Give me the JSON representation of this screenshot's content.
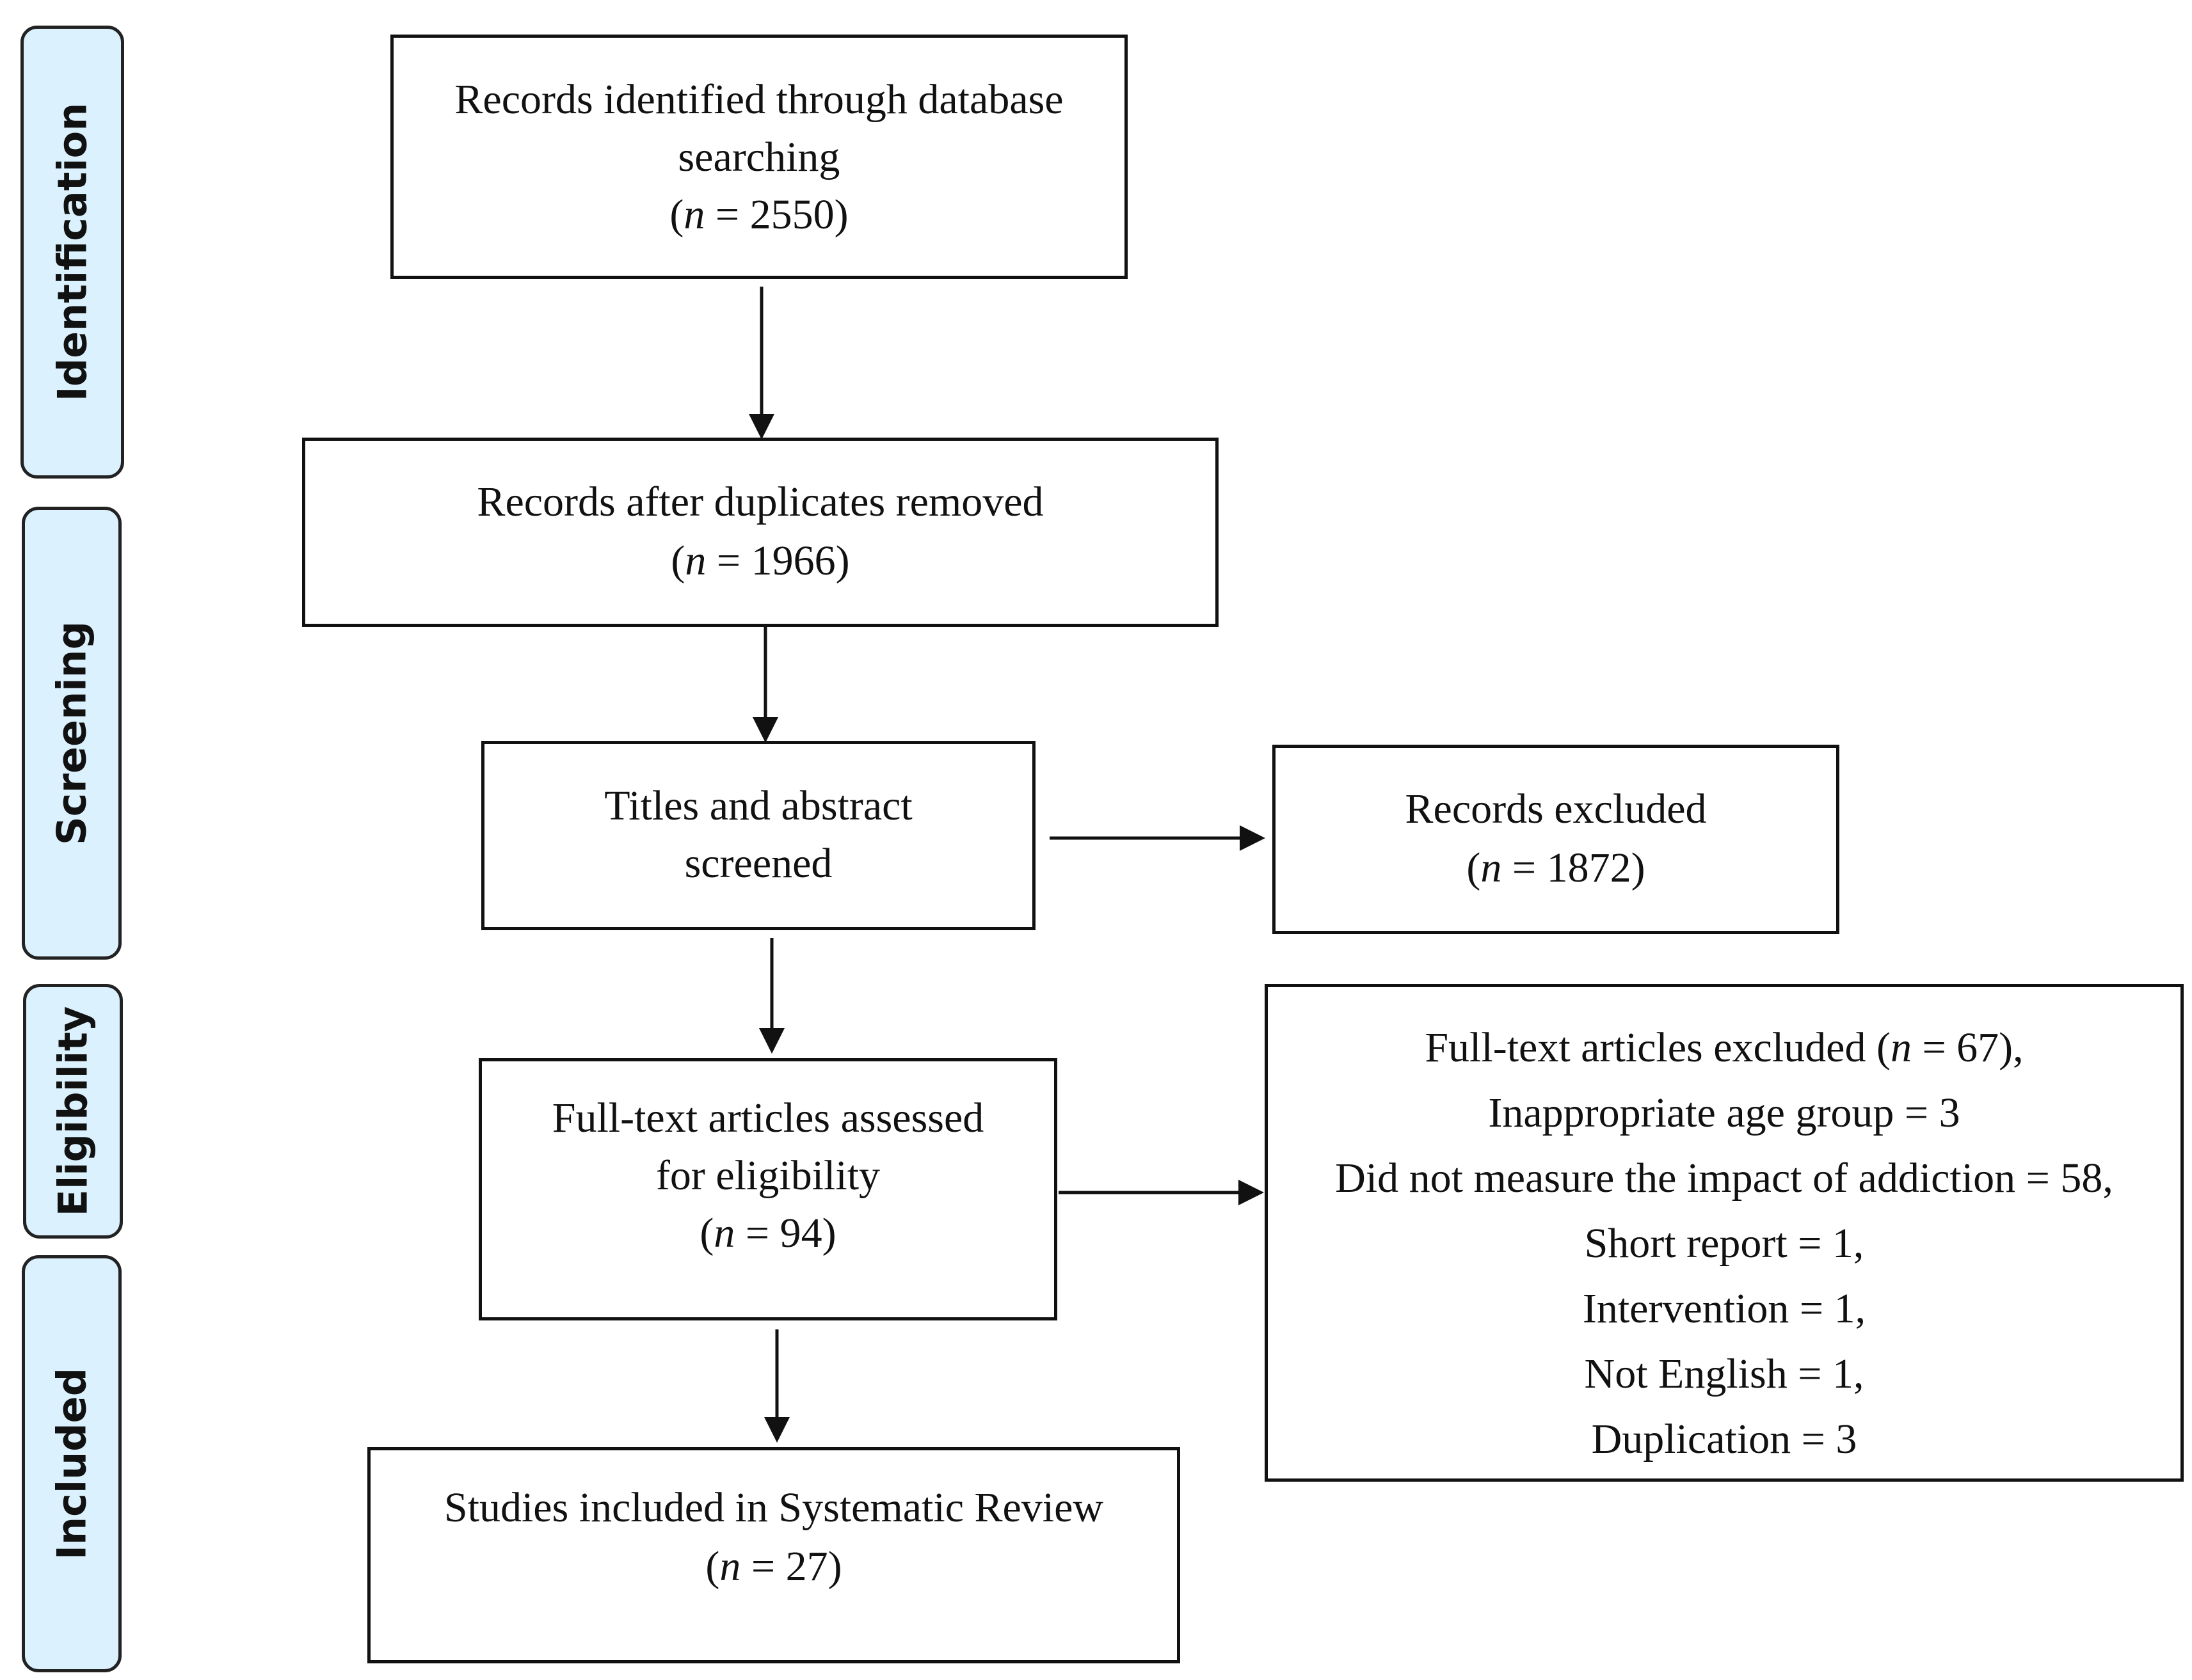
{
  "stages": {
    "identification": "Identification",
    "screening": "Screening",
    "eligibility": "Eligibility",
    "included": "Included"
  },
  "boxes": {
    "identified": {
      "line1": "Records identified through database",
      "line2": "searching",
      "n_open": "(",
      "n_var": "n",
      "n_rest": " = 2550)"
    },
    "duplicates": {
      "line1": "Records after duplicates removed",
      "n_open": "(",
      "n_var": "n",
      "n_rest": " = 1966)"
    },
    "screened": {
      "line1": "Titles and abstract",
      "line2": "screened"
    },
    "excluded": {
      "line1": "Records excluded",
      "n_open": "(",
      "n_var": "n",
      "n_rest": " = 1872)"
    },
    "fulltext": {
      "line1": "Full-text articles assessed",
      "line2": "for eligibility",
      "n_open": "(",
      "n_var": "n",
      "n_rest": " = 94)"
    },
    "fulltext_excluded": {
      "head_pre": "Full-text articles excluded (",
      "head_var": "n",
      "head_rest": " = 67),",
      "reasons": [
        "Inappropriate age group = 3",
        "Did not measure the impact of addiction = 58,",
        "Short report = 1,",
        "Intervention = 1,",
        "Not English = 1,",
        "Duplication = 3"
      ]
    },
    "included": {
      "line1": "Studies included in Systematic Review",
      "n_open": "(",
      "n_var": "n",
      "n_rest": " = 27)"
    }
  }
}
